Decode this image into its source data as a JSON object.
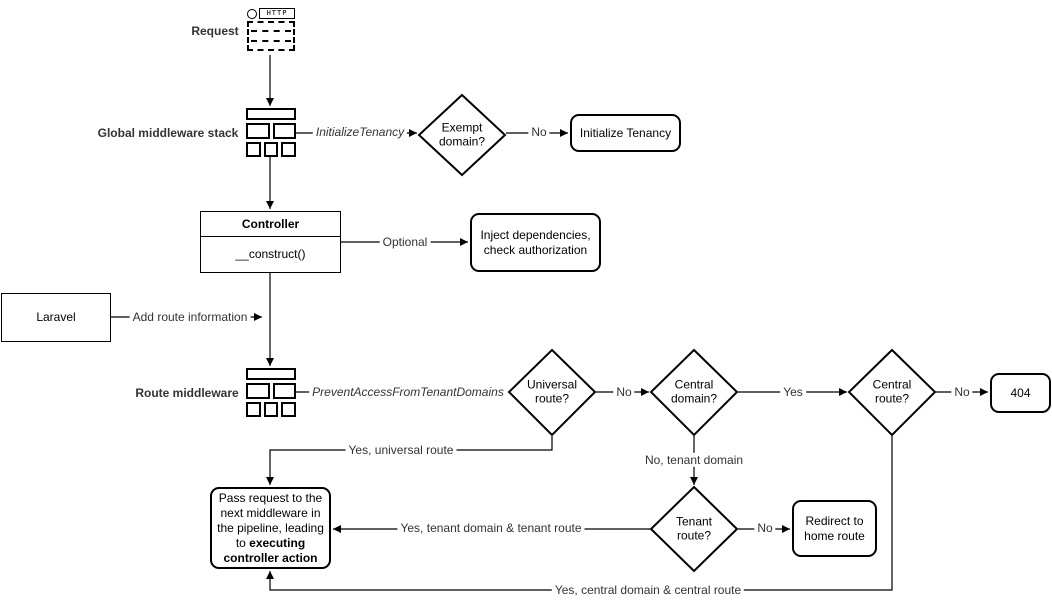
{
  "colors": {
    "stroke": "#000000",
    "label": "#333333"
  },
  "nodes": {
    "request": "Request",
    "http": "HTTP",
    "global_middleware": "Global middleware stack",
    "exempt_domain": "Exempt domain?",
    "initialize_tenancy": "Initialize Tenancy",
    "controller": "Controller",
    "construct": "__construct()",
    "inject": "Inject dependencies, check authorization",
    "laravel": "Laravel",
    "route_middleware": "Route middleware",
    "universal_route": "Universal route?",
    "central_domain": "Central domain?",
    "central_route": "Central route?",
    "error_404": "404",
    "tenant_route": "Tenant route?",
    "redirect_home": "Redirect to home route",
    "pass_text": "Pass request to the next middleware in the pipeline, leading to ",
    "pass_bold": "executing controller action"
  },
  "edges": {
    "initialize_tenancy_mw": "InitializeTenancy",
    "prevent_access_mw": "PreventAccessFromTenantDomains",
    "no_exempt": "No",
    "optional": "Optional",
    "add_route_info": "Add route information",
    "no_universal": "No",
    "yes_central_domain": "Yes",
    "no_central_route": "No",
    "yes_universal": "Yes, universal route",
    "no_tenant_domain": "No, tenant domain",
    "no_tenant_route": "No",
    "yes_tenant": "Yes, tenant domain & tenant route",
    "yes_central": "Yes, central domain & central route"
  }
}
